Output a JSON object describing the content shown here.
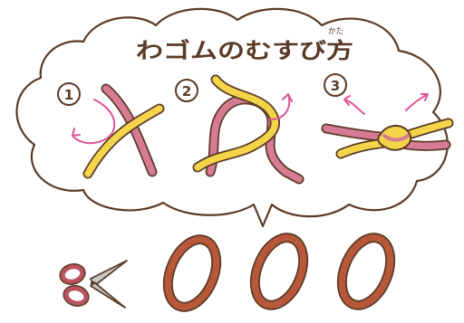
{
  "title": {
    "text": "わゴムのむすび方",
    "ruby": "かた"
  },
  "steps": [
    {
      "number": "1"
    },
    {
      "number": "2"
    },
    {
      "number": "3"
    }
  ],
  "rings": {
    "count": 3
  },
  "icons": [
    "scissors-icon",
    "arrow-icon"
  ],
  "colors": {
    "outline": "#5a3a26",
    "yellow_cord": "#f4d54a",
    "pink_cord": "#d77b95",
    "arrow": "#e0539a",
    "ring": "#b8583a",
    "scissors_handle": "#b8535f",
    "scissors_blade": "#c8c8c8"
  }
}
